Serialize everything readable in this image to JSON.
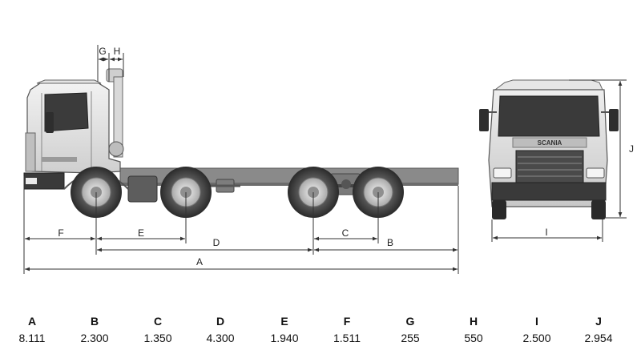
{
  "dimension_labels": {
    "A": "A",
    "B": "B",
    "C": "C",
    "D": "D",
    "E": "E",
    "F": "F",
    "G": "G",
    "H": "H",
    "I": "I",
    "J": "J"
  },
  "grille_brand": "SCANIA",
  "specs": [
    {
      "letter": "A",
      "value": "8.111"
    },
    {
      "letter": "B",
      "value": "2.300"
    },
    {
      "letter": "C",
      "value": "1.350"
    },
    {
      "letter": "D",
      "value": "4.300"
    },
    {
      "letter": "E",
      "value": "1.940"
    },
    {
      "letter": "F",
      "value": "1.511"
    },
    {
      "letter": "G",
      "value": "255"
    },
    {
      "letter": "H",
      "value": "550"
    },
    {
      "letter": "I",
      "value": "2.500"
    },
    {
      "letter": "J",
      "value": "2.954"
    }
  ]
}
